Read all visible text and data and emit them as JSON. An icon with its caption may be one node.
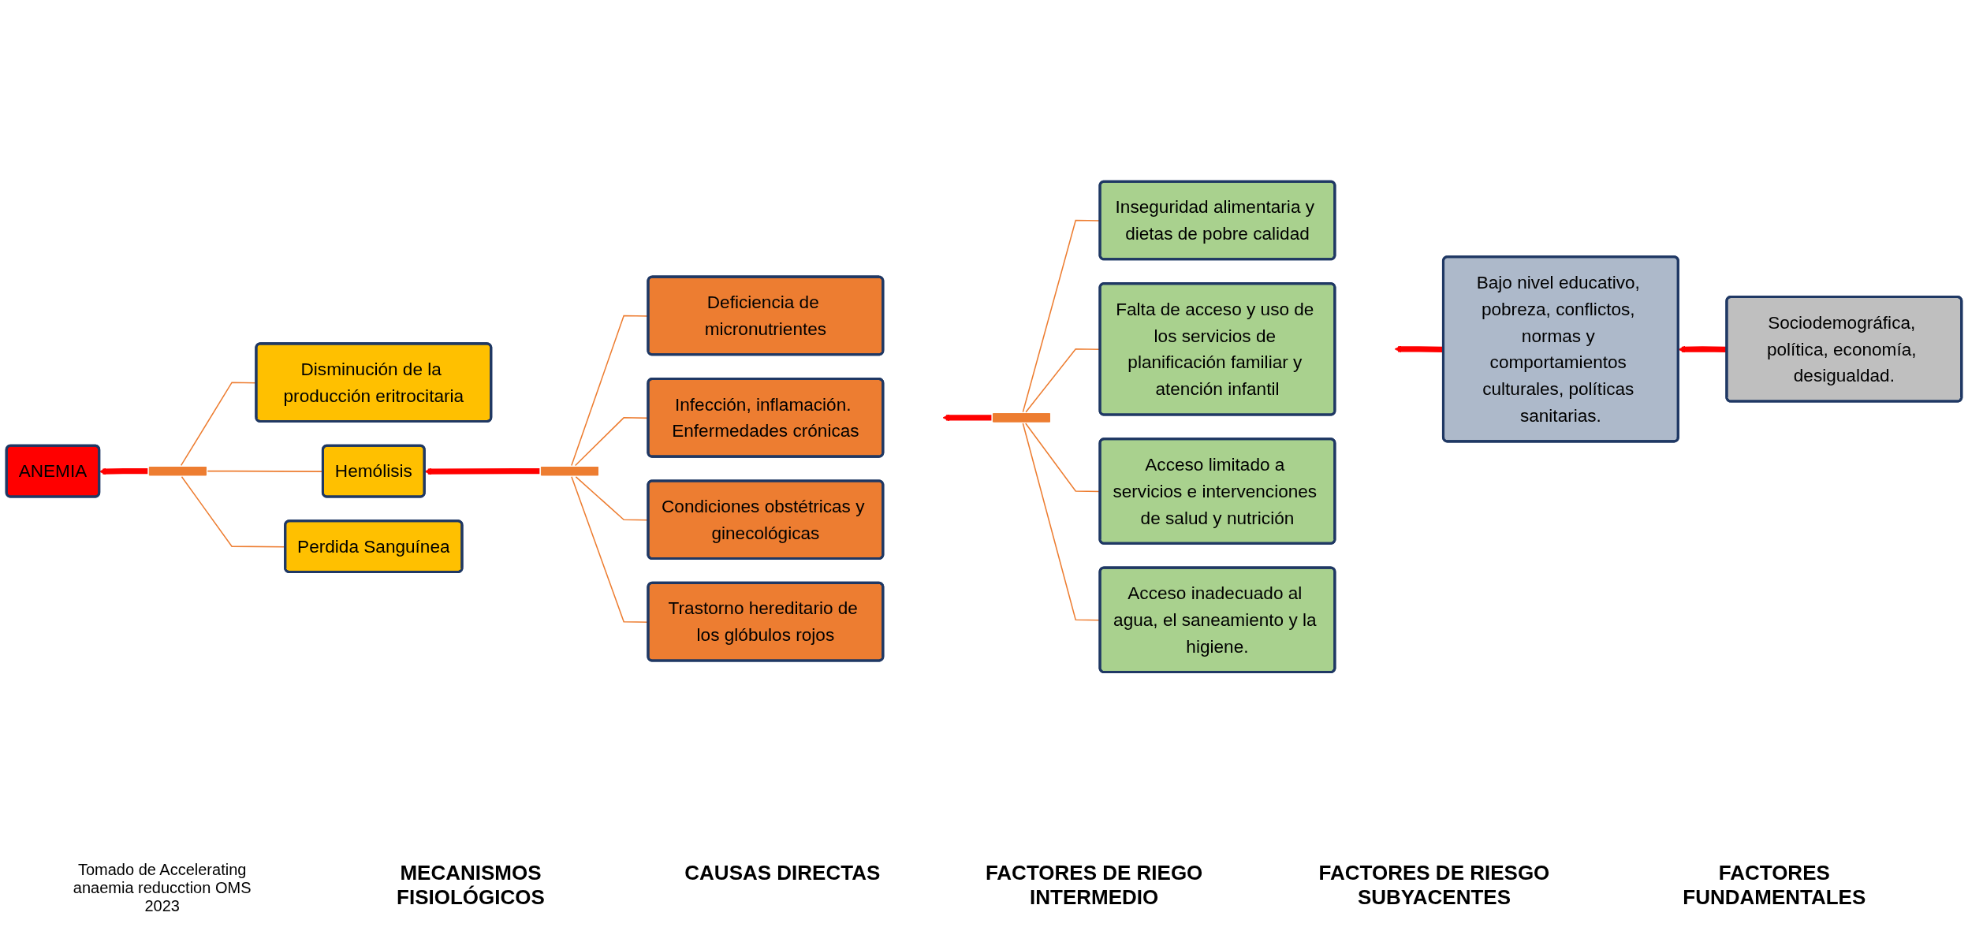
{
  "diagram": {
    "caption": "Tomado de Accelerating anaemia reducction OMS 2023",
    "nodes": [
      {
        "text": [
          "ANEMIA"
        ]
      },
      {
        "text": [],
        "shape": "bar"
      },
      {
        "text": [
          "Disminución de la producción eritrocitaria"
        ]
      },
      {
        "text": [
          "Hemólisis"
        ]
      },
      {
        "text": [
          "Perdida Sanguínea"
        ]
      },
      {
        "text": [],
        "shape": "bar"
      },
      {
        "text": [
          "Deficiencia de micronutrientes"
        ]
      },
      {
        "text": [
          "Infección, inflamación. Enfermedades crónicas"
        ]
      },
      {
        "text": [
          "Condiciones obstétricas y ginecológicas"
        ]
      },
      {
        "text": [
          "Trastorno hereditario de los glóbulos rojos"
        ]
      },
      {
        "text": [],
        "shape": "bar"
      },
      {
        "text": [
          "Inseguridad alimentaria y dietas de pobre calidad"
        ]
      },
      {
        "text": [
          "Falta de acceso y uso de los servicios de planificación familiar y atención infantil"
        ]
      },
      {
        "text": [
          "Acceso limitado a servicios e intervenciones de salud y nutrición"
        ]
      },
      {
        "text": [
          "Acceso inadecuado al agua, el saneamiento y la higiene."
        ]
      },
      {
        "text": [
          "Bajo nivel educativo, pobreza, conflictos, normas y comportamientos culturales, políticas sanitarias."
        ]
      },
      {
        "text": [
          "Sociodemográfica, política, economía, desigualdad."
        ]
      }
    ],
    "edges": [
      {
        "from": 2,
        "to": 1,
        "arrow": "none"
      },
      {
        "from": 3,
        "to": 1,
        "arrow": "none"
      },
      {
        "from": 4,
        "to": 1,
        "arrow": "none"
      },
      {
        "from": 1,
        "to": 0,
        "arrow": "to",
        "style": "thick",
        "color": "#ff0000"
      },
      {
        "from": 6,
        "to": 5,
        "arrow": "none"
      },
      {
        "from": 7,
        "to": 5,
        "arrow": "none"
      },
      {
        "from": 8,
        "to": 5,
        "arrow": "none"
      },
      {
        "from": 9,
        "to": 5,
        "arrow": "none"
      },
      {
        "from": 5,
        "to": 3,
        "arrow": "to",
        "style": "thick",
        "color": "#ff0000"
      },
      {
        "from": 11,
        "to": 10,
        "arrow": "none"
      },
      {
        "from": 12,
        "to": 10,
        "arrow": "none"
      },
      {
        "from": 13,
        "to": 10,
        "arrow": "none"
      },
      {
        "from": 14,
        "to": 10,
        "arrow": "none"
      },
      {
        "from": 10,
        "to": null,
        "arrow": "to",
        "style": "thick",
        "color": "#ff0000"
      },
      {
        "from": 15,
        "to": null,
        "arrow": "to",
        "style": "thick",
        "color": "#ff0000"
      },
      {
        "from": 16,
        "to": 15,
        "arrow": "to",
        "style": "thick",
        "color": "#ff0000"
      }
    ],
    "labels": [
      "MECANISMOS FISIOLÓGICOS",
      "CAUSAS DIRECTAS",
      "FACTORES DE RIEGO INTERMEDIO",
      "FACTORES DE RIESGO SUBYACENTES",
      "FACTORES FUNDAMENTALES"
    ]
  }
}
